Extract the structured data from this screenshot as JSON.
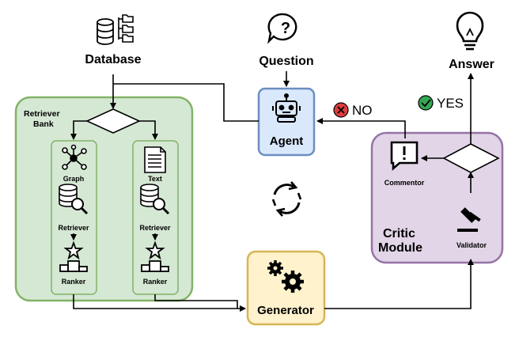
{
  "nodes": {
    "database": "Database",
    "question": "Question",
    "answer": "Answer",
    "agent": "Agent",
    "retriever_bank_line1": "Retriever",
    "retriever_bank_line2": "Bank",
    "graph": "Graph",
    "text": "Text",
    "retriever": "Retriever",
    "ranker": "Ranker",
    "generator": "Generator",
    "commentor": "Commentor",
    "critic_line1": "Critic",
    "critic_line2": "Module",
    "validator": "Validator"
  },
  "decisions": {
    "no": "NO",
    "yes": "YES"
  },
  "colors": {
    "retriever_bank_fill": "#d5e8d4",
    "retriever_bank_stroke": "#82b366",
    "agent_fill": "#dae8fc",
    "agent_stroke": "#6c8ebf",
    "generator_fill": "#fff2cc",
    "generator_stroke": "#d6b656",
    "critic_fill": "#e1d5e7",
    "critic_stroke": "#9673a6",
    "no_badge": "#e03c3c",
    "yes_badge": "#34a853"
  },
  "icons": [
    "database-icon",
    "folder-tree-icon",
    "question-bubble-icon",
    "lightbulb-icon",
    "robot-icon",
    "graph-icon",
    "document-icon",
    "search-database-icon",
    "star-icon",
    "podium-icon",
    "gears-icon",
    "cycle-arrows-icon",
    "alert-comment-icon",
    "gavel-icon",
    "x-circle-icon",
    "check-circle-icon"
  ]
}
